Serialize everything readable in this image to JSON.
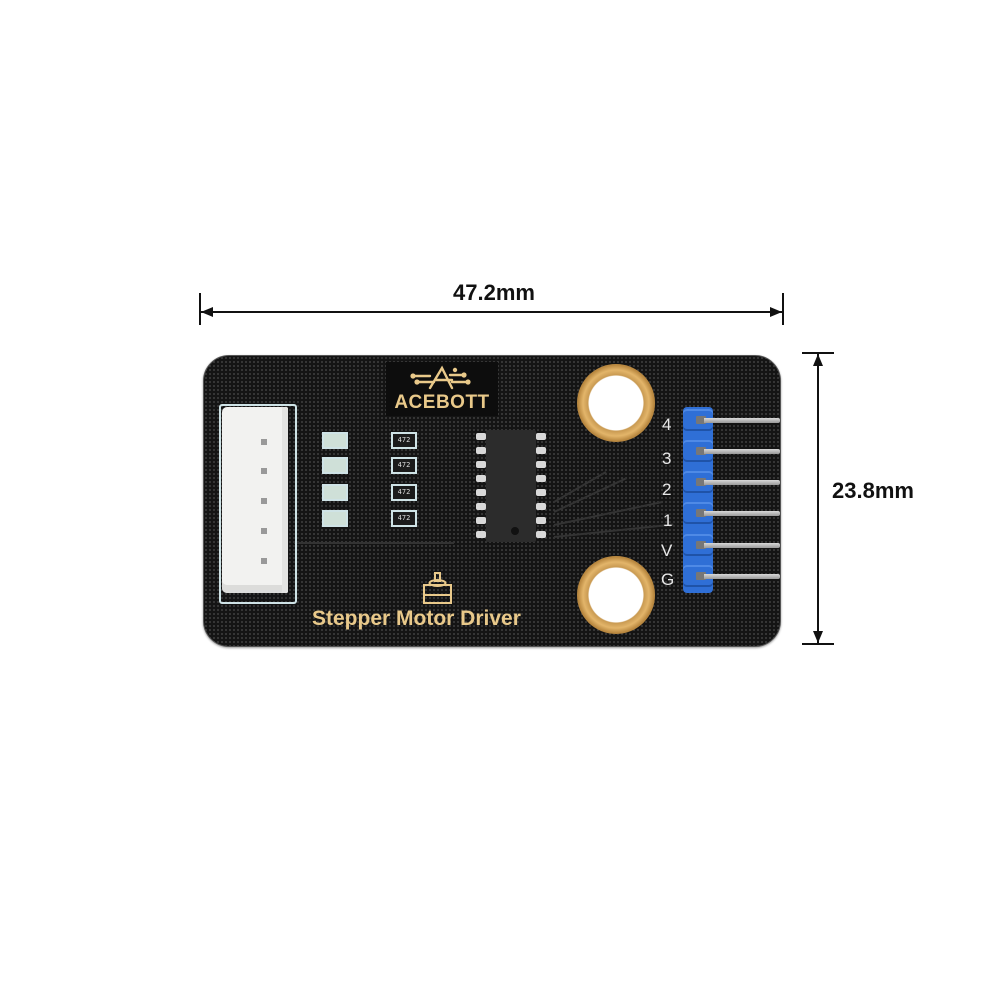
{
  "dimensions": {
    "width_label": "47.2mm",
    "height_label": "23.8mm"
  },
  "board": {
    "brand": "ACEBOTT",
    "title": "Stepper Motor Driver",
    "resistor_labels": [
      "472",
      "472",
      "472",
      "472"
    ],
    "pin_labels": [
      "4",
      "3",
      "2",
      "1",
      "V",
      "G"
    ],
    "colors": {
      "pcb": "#141414",
      "silkscreen_gold": "#e9c98a",
      "header_blue": "#2f6fd6",
      "mount_ring": "#d9a95e"
    }
  }
}
